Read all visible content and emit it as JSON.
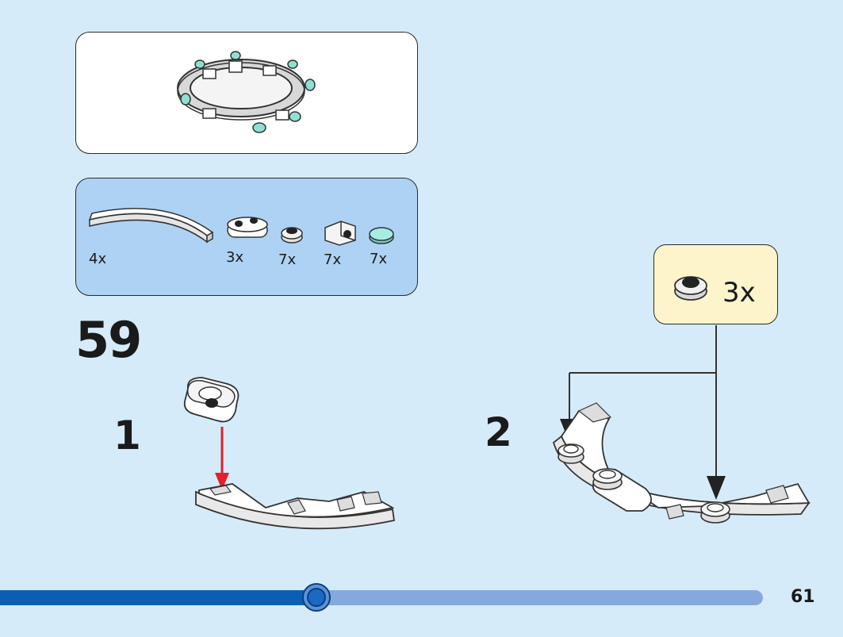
{
  "step": {
    "number": "59"
  },
  "parts_list": [
    {
      "name": "curved-plate",
      "qty": "4x"
    },
    {
      "name": "plate-1x2-round",
      "qty": "3x"
    },
    {
      "name": "round-plate-1x1-dark",
      "qty": "7x"
    },
    {
      "name": "bracket-1x1",
      "qty": "7x"
    },
    {
      "name": "round-tile-1x1-trans-teal",
      "qty": "7x"
    }
  ],
  "substeps": [
    {
      "label": "1"
    },
    {
      "label": "2"
    }
  ],
  "callout": {
    "qty": "3x"
  },
  "progress": {
    "fraction": 0.415
  },
  "page": {
    "number": "61"
  },
  "colors": {
    "background": "#d6ebfa",
    "parts_box": "#aed2f3",
    "callout_box": "#fdf4cc",
    "progress_fill": "#0b5fb3",
    "progress_track": "#86a9dd",
    "arrow_red": "#e3202e",
    "trans_teal": "#8fe0d2"
  }
}
